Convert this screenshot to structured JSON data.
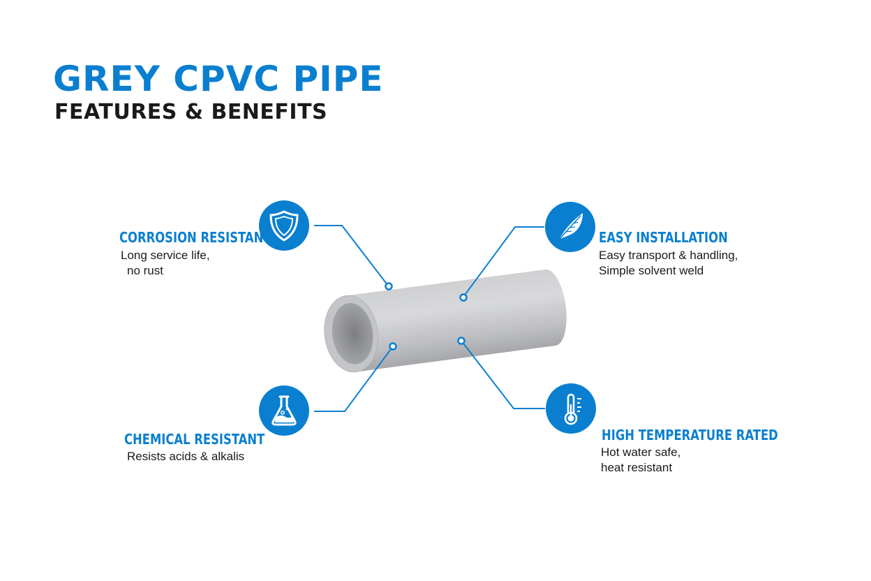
{
  "header": {
    "title": "GREY CPVC PIPE",
    "subtitle": "FEATURES & BENEFITS"
  },
  "colors": {
    "accent": "#0a7fd0",
    "pipe_light": "#d6d7d9",
    "pipe_mid": "#bfc0c3",
    "pipe_dark": "#8d8e91",
    "text": "#1a1a1a"
  },
  "features": [
    {
      "id": "corrosion",
      "icon": "shield-icon",
      "title": "CORROSION RESISTANT",
      "lines": [
        "Long service life,",
        "no rust"
      ]
    },
    {
      "id": "installation",
      "icon": "feather-icon",
      "title": "EASY INSTALLATION",
      "lines": [
        "Easy transport & handling,",
        "Simple solvent weld"
      ]
    },
    {
      "id": "chemical",
      "icon": "flask-icon",
      "title": "CHEMICAL RESISTANT",
      "lines": [
        "Resists acids & alkalis"
      ]
    },
    {
      "id": "temperature",
      "icon": "thermometer-icon",
      "title": "HIGH TEMPERATURE RATED",
      "lines": [
        "Hot water safe,",
        "heat resistant"
      ]
    }
  ]
}
